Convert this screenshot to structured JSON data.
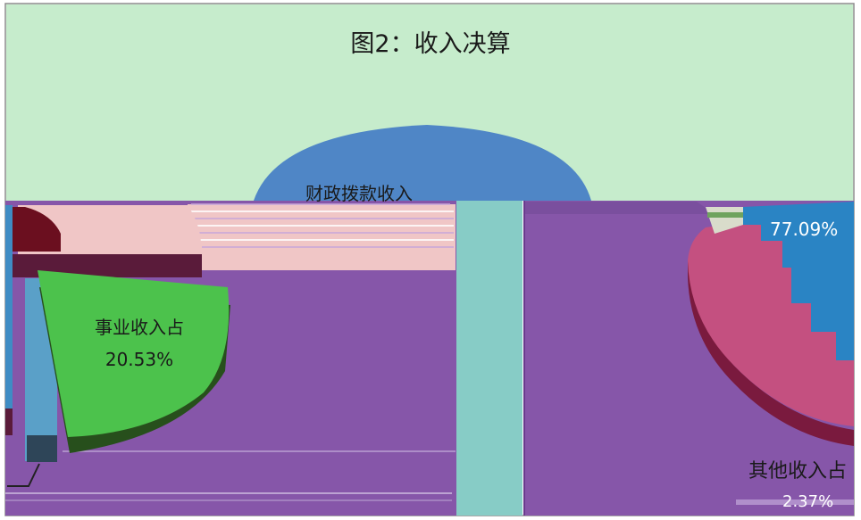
{
  "chart_data": {
    "type": "pie",
    "title": "图2：收入决算",
    "slices": [
      {
        "label": "财政拨款收入",
        "value_text": "77.09%",
        "value": 77.09
      },
      {
        "label": "事业收入占",
        "value_text": "20.53%",
        "value": 20.53
      },
      {
        "label": "其他收入占",
        "value_text": "2.37%",
        "value": 2.37
      }
    ],
    "legend": false,
    "grid": false
  },
  "colors": {
    "plot_background": "#c6eccc",
    "fiscal": "#4f86c6",
    "business": "#4cc24c",
    "other": "#8656a9",
    "pink": "#f0c6c6",
    "maroon": "#6b0f1f",
    "teal": "#87ccc6",
    "magenta": "#c45080",
    "blue_dark": "#2a84c4"
  }
}
